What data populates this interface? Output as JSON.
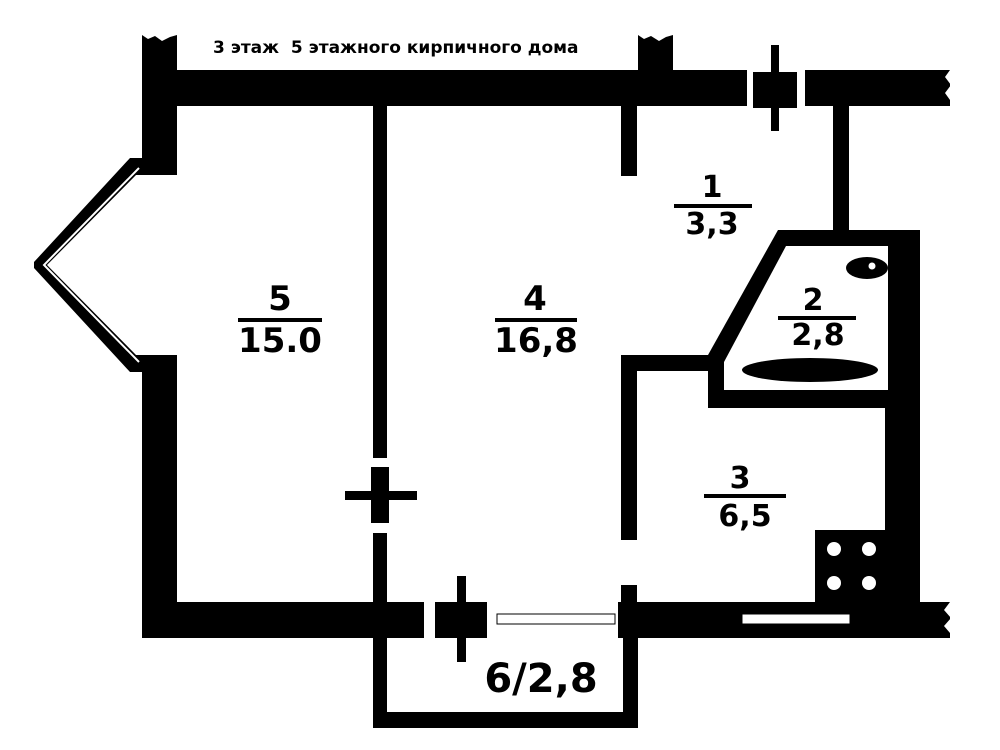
{
  "header": {
    "caption": "3 этаж  5 этажного кирпичного дома"
  },
  "rooms": [
    {
      "id": "r5",
      "number": "5",
      "area": "15.0"
    },
    {
      "id": "r4",
      "number": "4",
      "area": "16,8"
    },
    {
      "id": "r1",
      "number": "1",
      "area": "3,3"
    },
    {
      "id": "r2",
      "number": "2",
      "area": "2,8"
    },
    {
      "id": "r3",
      "number": "3",
      "area": "6,5"
    }
  ],
  "balcony": {
    "label": "6/2,8"
  },
  "colors": {
    "wall": "#000000",
    "background": "#ffffff"
  }
}
